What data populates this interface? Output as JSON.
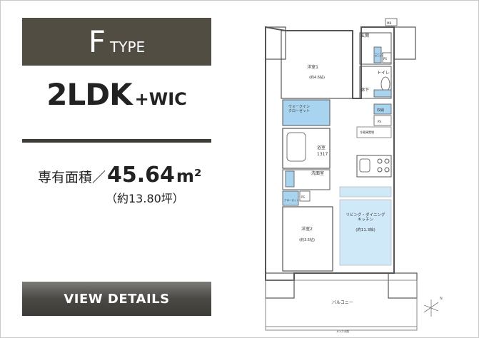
{
  "unit": {
    "type_letter": "F",
    "type_suffix": "TYPE",
    "plan_main": "2LDK",
    "plan_sub": "+WIC",
    "area_label": "専有面積／",
    "area_value": "45.64",
    "area_unit": "m²",
    "area_tsubo": "（約13.80坪）"
  },
  "button": {
    "details_label": "VIEW DETAILS"
  },
  "floorplan": {
    "labels": {
      "entrance": "玄関",
      "bedroom1": "洋室1",
      "bedroom1_size": "(約4.6帖)",
      "toilet": "トイレ",
      "hall": "廊下",
      "wic": "ウォークイン\nクローゼット",
      "storage": "収納",
      "bath": "浴室",
      "bath_size": "1317",
      "washroom": "洗面室",
      "ldk": "リビング・ダイニング\nキッチン",
      "ldk_size": "(約11.3帖)",
      "bedroom2": "洋室2",
      "bedroom2_size": "(約3.5帖)",
      "balcony": "バルコニー",
      "closet": "クローゼット",
      "ps1": "PS",
      "ps2": "PS",
      "ps3": "PS",
      "mb": "MB",
      "glass_rail": "ガラス手摺",
      "shoe_box": "シューズ\nボックス",
      "recessed": "冷蔵庫置場"
    },
    "colors": {
      "storage_fill": "#a9d4ef",
      "ldk_fill": "#cfe9f8",
      "wall": "#555555"
    }
  }
}
